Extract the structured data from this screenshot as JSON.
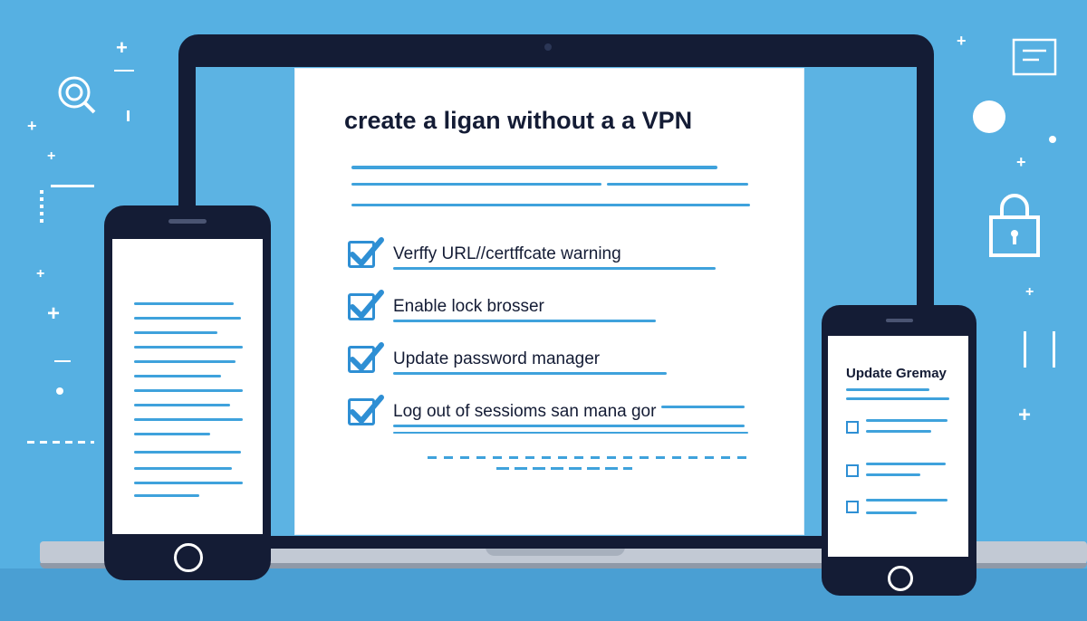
{
  "laptop": {
    "document": {
      "title": "create a ligan without  a a VPN",
      "checklist": [
        {
          "label": "Verffy URL//certffcate warning",
          "checked": true
        },
        {
          "label": "Enable lock brosser",
          "checked": true
        },
        {
          "label": "Update password manager",
          "checked": true
        },
        {
          "label": "Log out of sessioms san mana gor",
          "checked": true
        }
      ]
    }
  },
  "right_phone": {
    "title": "Update Gremay"
  },
  "colors": {
    "background": "#56b0e2",
    "device": "#141c35",
    "accent": "#3fa2dc",
    "check": "#2e8fd4"
  },
  "icons": [
    "padlock-icon",
    "padlock-icon",
    "fingerprint-icon",
    "document-icon",
    "check-icon"
  ]
}
